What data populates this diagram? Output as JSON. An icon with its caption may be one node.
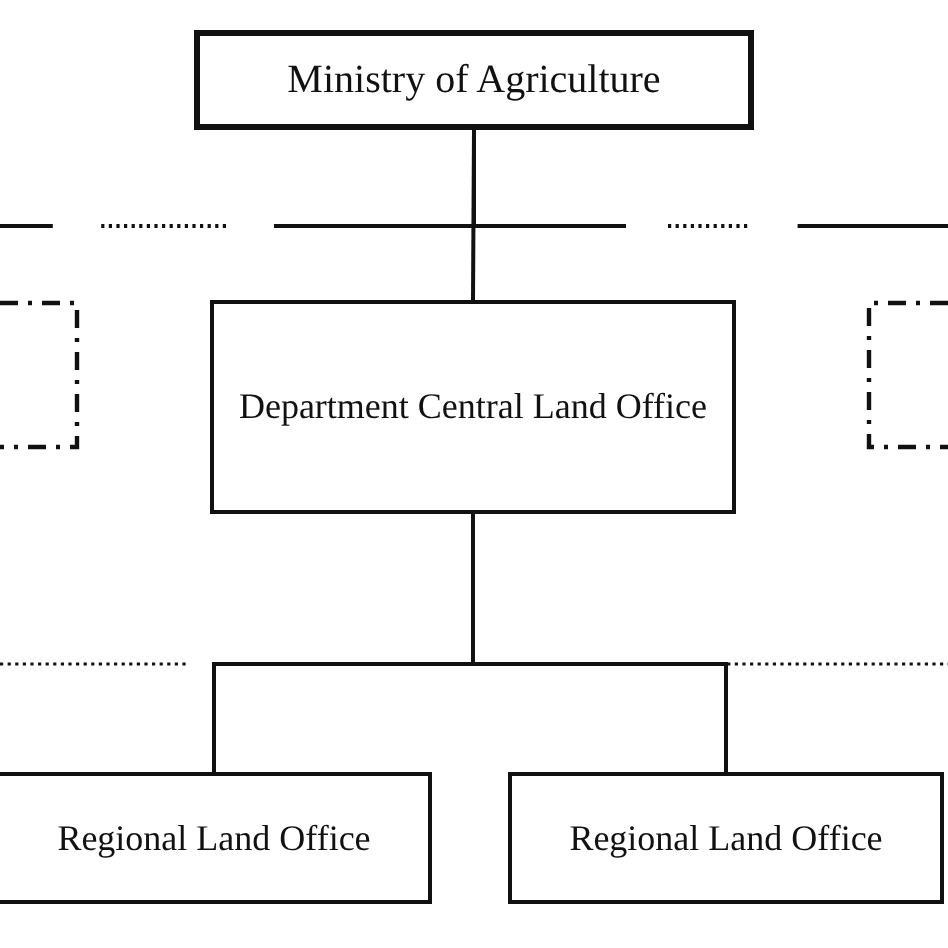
{
  "diagram": {
    "nodes": [
      {
        "text": [
          "Ministry of Agriculture"
        ]
      },
      {
        "text": [],
        "shape": "box"
      },
      {
        "text": [
          "Department Central Land Office"
        ]
      },
      {
        "text": [],
        "shape": "box"
      },
      {
        "text": [
          "Regional Land Office"
        ]
      },
      {
        "text": [
          "Regional Land Office"
        ]
      }
    ],
    "edges": [
      {
        "from": 0,
        "to": 2,
        "arrow": "none"
      },
      {
        "from": 0,
        "to": null,
        "arrow": "none",
        "style": "dashed"
      },
      {
        "from": 0,
        "to": null,
        "arrow": "none",
        "style": "dashed"
      },
      {
        "from": 2,
        "to": 4,
        "arrow": "none"
      },
      {
        "from": 2,
        "to": 5,
        "arrow": "none"
      }
    ]
  }
}
